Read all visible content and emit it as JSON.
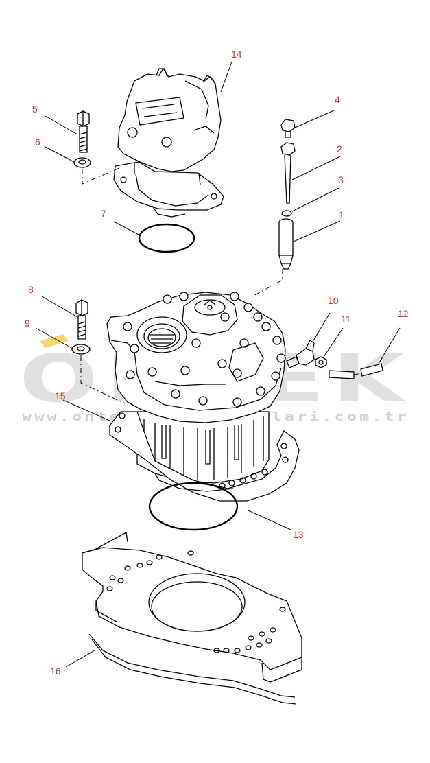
{
  "watermark": {
    "brand": "ONTEK",
    "url": "www.ontekmakinaparcalari.com.tr",
    "colors": {
      "text": "#c9c9c9",
      "accent": "#f0b400"
    }
  },
  "callouts": [
    {
      "id": "1",
      "label": "1"
    },
    {
      "id": "2",
      "label": "2"
    },
    {
      "id": "3",
      "label": "3"
    },
    {
      "id": "4",
      "label": "4"
    },
    {
      "id": "5",
      "label": "5"
    },
    {
      "id": "6",
      "label": "6"
    },
    {
      "id": "7",
      "label": "7"
    },
    {
      "id": "8",
      "label": "8"
    },
    {
      "id": "9",
      "label": "9"
    },
    {
      "id": "10",
      "label": "10"
    },
    {
      "id": "11",
      "label": "11"
    },
    {
      "id": "12",
      "label": "12"
    },
    {
      "id": "13",
      "label": "13"
    },
    {
      "id": "14",
      "label": "14"
    },
    {
      "id": "15",
      "label": "15"
    },
    {
      "id": "16",
      "label": "16"
    }
  ],
  "colors": {
    "callout_text": "#c0392b",
    "line": "#000000",
    "background": "#ffffff"
  }
}
